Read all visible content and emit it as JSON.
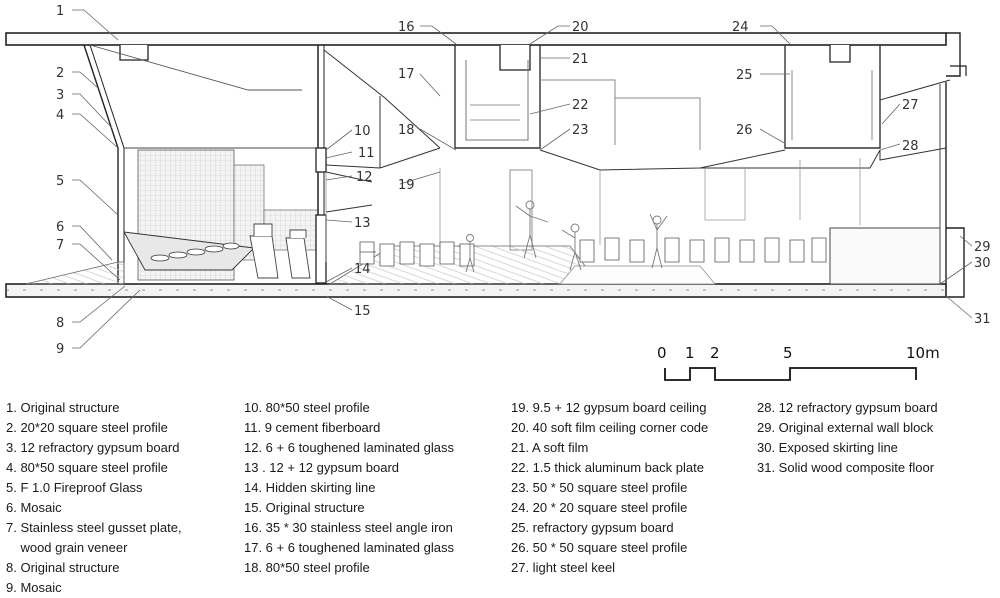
{
  "callouts": [
    "1",
    "2",
    "3",
    "4",
    "5",
    "6",
    "7",
    "8",
    "9",
    "10",
    "11",
    "12",
    "13",
    "14",
    "15",
    "16",
    "17",
    "18",
    "19",
    "20",
    "21",
    "22",
    "23",
    "24",
    "25",
    "26",
    "27",
    "28",
    "29",
    "30",
    "31"
  ],
  "scale_bar": {
    "ticks": [
      "0",
      "1",
      "2",
      "5",
      "10m"
    ]
  },
  "legend": {
    "col1": [
      "1. Original structure",
      "2. 20*20 square steel  profile",
      "3. 12 refractory gypsum board",
      "4. 80*50 square steel profile",
      "5. F 1.0 Fireproof Glass",
      "6. Mosaic",
      "7. Stainless steel gusset plate,",
      "    wood grain veneer",
      "8. Original structure",
      "9. Mosaic"
    ],
    "col2": [
      "10. 80*50 steel profile",
      "11. 9 cement fiberboard",
      "12. 6 + 6 toughened laminated glass",
      "13 . 12 + 12 gypsum board",
      "14. Hidden skirting line",
      "15. Original structure",
      "16. 35 * 30 stainless steel angle iron",
      "17. 6 + 6 toughened laminated glass",
      "18. 80*50 steel profile"
    ],
    "col3": [
      "19. 9.5 + 12 gypsum board ceiling",
      "20. 40 soft film ceiling corner code",
      "21. A soft film",
      "22. 1.5 thick aluminum back plate",
      "23. 50 * 50 square steel profile",
      "24. 20 * 20 square steel profile",
      "25.  refractory gypsum  board",
      "26. 50 * 50 square steel profile",
      "27. light steel keel"
    ],
    "col4": [
      "28. 12 refractory gypsum board",
      "29. Original external wall block",
      "30. Exposed skirting line",
      "31. Solid wood composite floor"
    ]
  }
}
